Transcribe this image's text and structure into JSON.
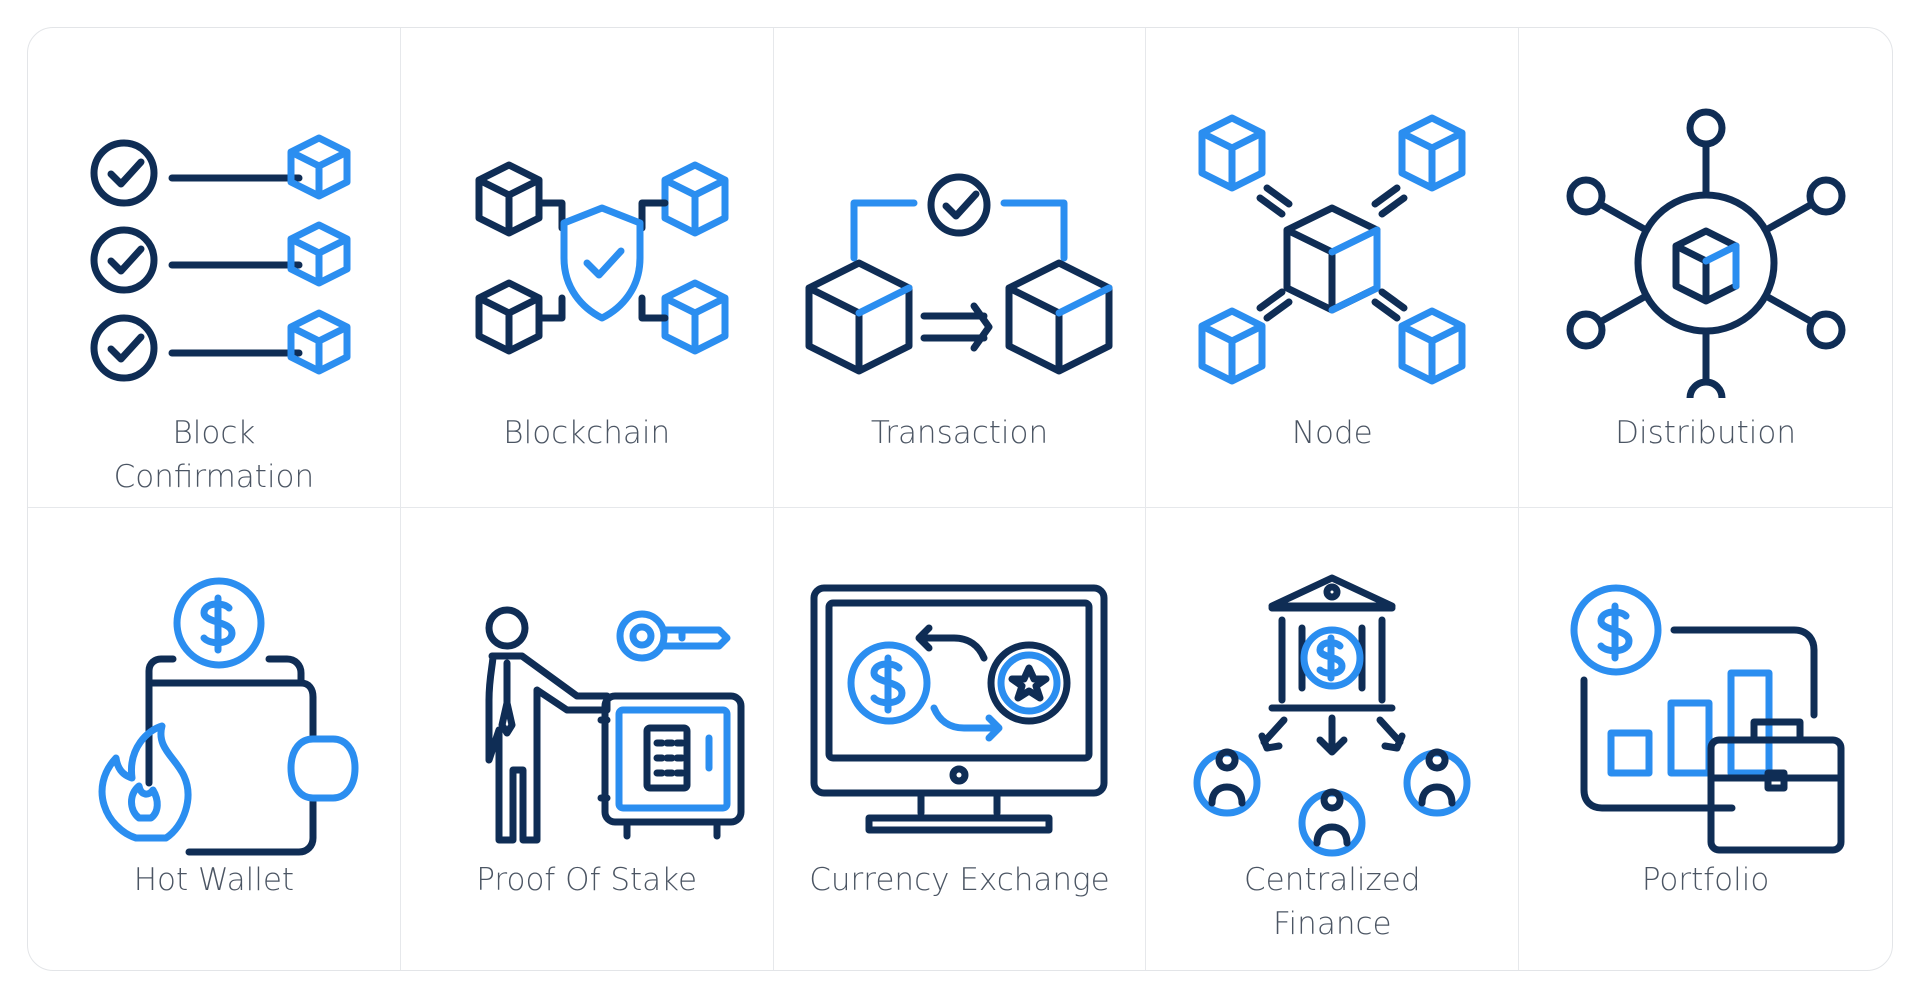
{
  "icons": [
    {
      "label_lines": [
        "Block",
        "Confirmation"
      ],
      "icon": "checklist-blocks-icon"
    },
    {
      "label_lines": [
        "Blockchain"
      ],
      "icon": "blockchain-shield-icon"
    },
    {
      "label_lines": [
        "Transaction"
      ],
      "icon": "transaction-blocks-icon"
    },
    {
      "label_lines": [
        "Node"
      ],
      "icon": "node-network-icon"
    },
    {
      "label_lines": [
        "Distribution"
      ],
      "icon": "distribution-hub-icon"
    },
    {
      "label_lines": [
        "Hot Wallet"
      ],
      "icon": "hot-wallet-icon"
    },
    {
      "label_lines": [
        "Proof Of Stake"
      ],
      "icon": "proof-of-stake-icon"
    },
    {
      "label_lines": [
        "Currency Exchange"
      ],
      "icon": "currency-exchange-monitor-icon"
    },
    {
      "label_lines": [
        "Centralized",
        "Finance"
      ],
      "icon": "centralized-finance-bank-icon"
    },
    {
      "label_lines": [
        "Portfolio"
      ],
      "icon": "portfolio-chart-icon"
    }
  ],
  "colors": {
    "dark": "#0f2d55",
    "accent": "#2b8ef0",
    "label": "#4b5563",
    "border": "#e3e5e8"
  }
}
